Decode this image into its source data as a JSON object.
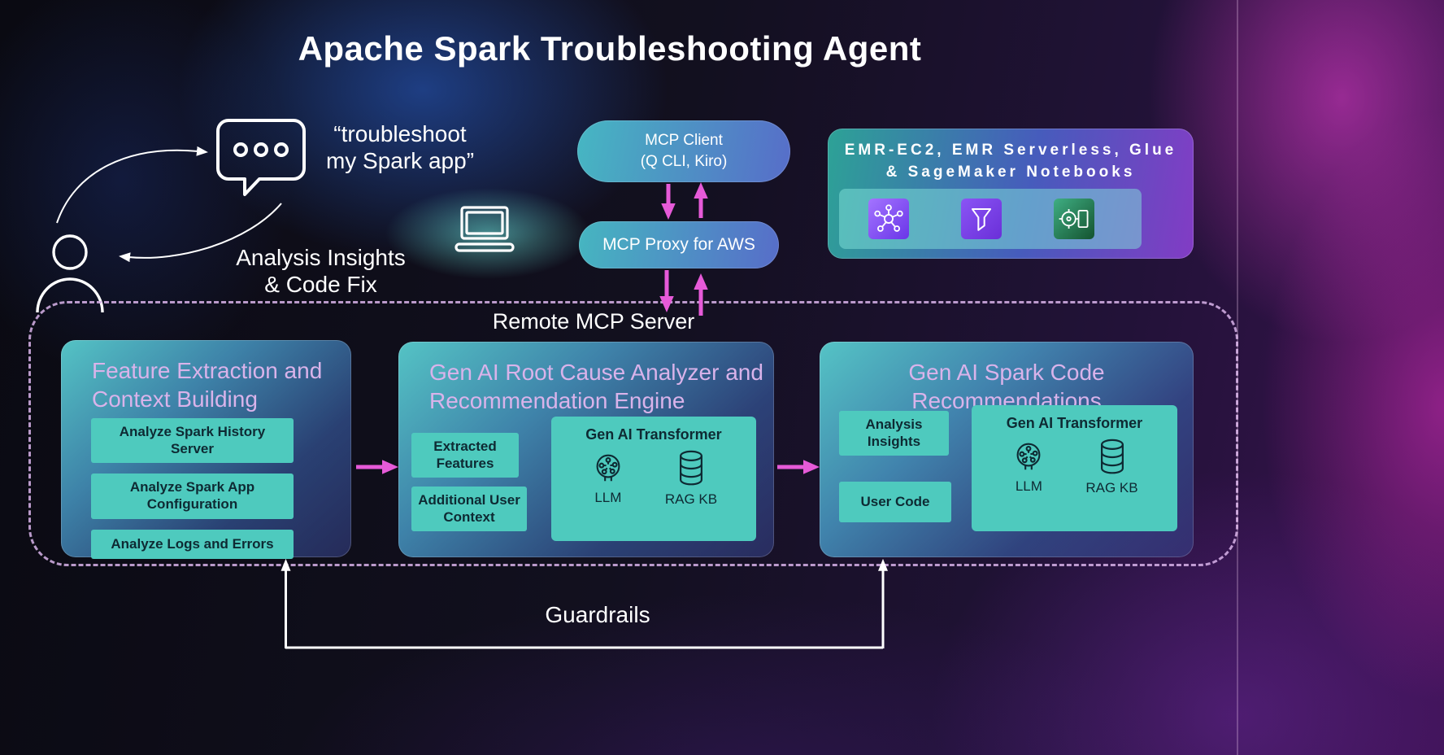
{
  "colors": {
    "magenta": "#e65ad8",
    "teal": "#4ecabe",
    "lavender": "#d9b3ea"
  },
  "title": "Apache Spark Troubleshooting Agent",
  "user_flow": {
    "request_line1": "“troubleshoot",
    "request_line2": "my Spark app”",
    "response_line1": "Analysis Insights",
    "response_line2": "& Code Fix"
  },
  "mcp": {
    "client_line1": "MCP Client",
    "client_line2": "(Q CLI, Kiro)",
    "proxy_label": "MCP Proxy for AWS"
  },
  "aws_card": {
    "title_line1": "EMR-EC2, EMR Serverless, Glue",
    "title_line2": "& SageMaker Notebooks",
    "icons": [
      "emr-icon",
      "glue-icon",
      "sagemaker-notebook-icon"
    ]
  },
  "remote_server": {
    "label": "Remote MCP Server",
    "feature_box": {
      "title_line1": "Feature Extraction and",
      "title_line2": "Context Building",
      "items": [
        "Analyze Spark History Server",
        "Analyze Spark App Configuration",
        "Analyze Logs and Errors"
      ]
    },
    "analyzer_box": {
      "title_line1": "Gen AI Root Cause Analyzer and",
      "title_line2": "Recommendation Engine",
      "inputs": [
        "Extracted Features",
        "Additional User Context"
      ],
      "transformer": {
        "title": "Gen AI Transformer",
        "llm_label": "LLM",
        "rag_label": "RAG KB"
      }
    },
    "code_box": {
      "title_line1": "Gen AI Spark Code",
      "title_line2": "Recommendations",
      "inputs": [
        "Analysis Insights",
        "User Code"
      ],
      "transformer": {
        "title": "Gen AI Transformer",
        "llm_label": "LLM",
        "rag_label": "RAG KB"
      }
    }
  },
  "guardrails_label": "Guardrails"
}
